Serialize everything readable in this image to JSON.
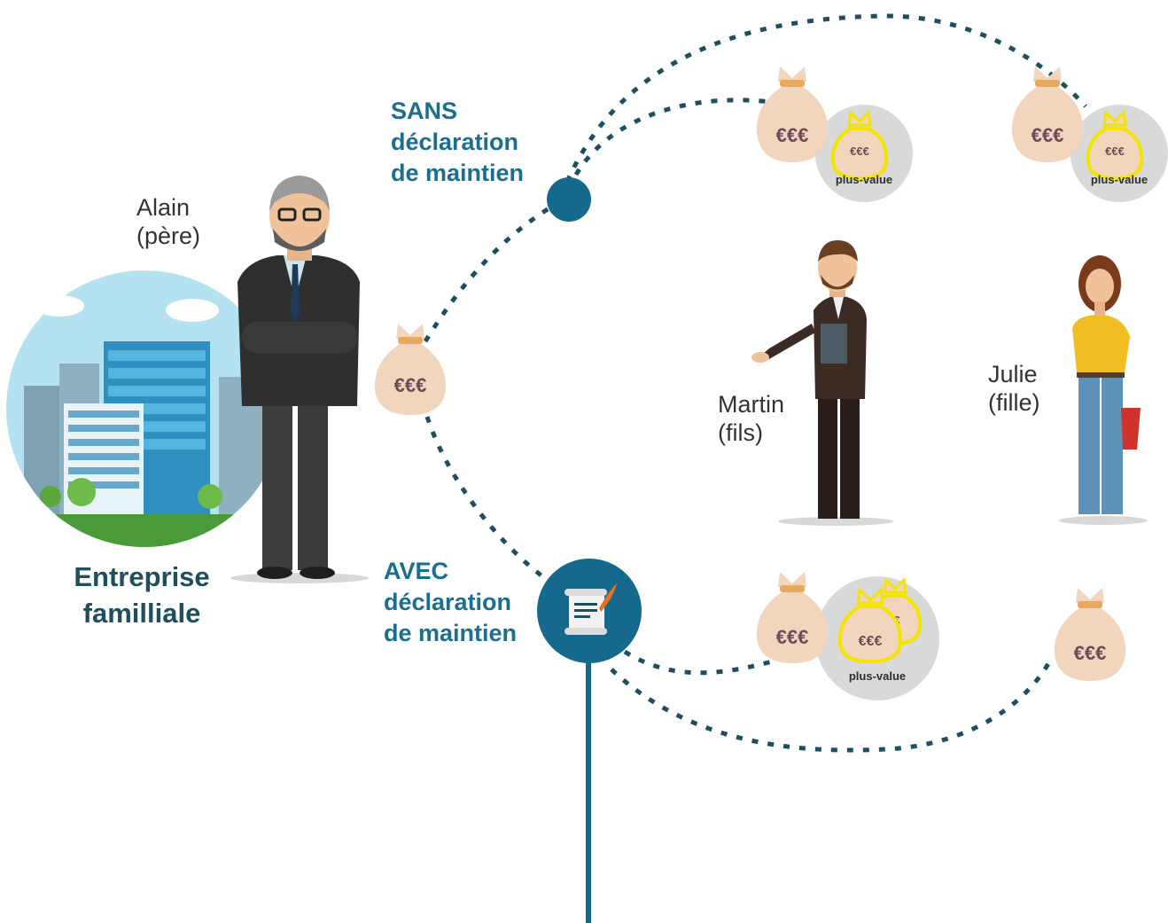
{
  "father": {
    "name": "Alain",
    "relation": "(père)"
  },
  "company": {
    "line1": "Entreprise",
    "line2": "familliale"
  },
  "son": {
    "name": "Martin",
    "relation": "(fils)"
  },
  "daughter": {
    "name": "Julie",
    "relation": "(fille)"
  },
  "branch_without": {
    "line1": "SANS",
    "line2": "déclaration",
    "line3": "de maintien"
  },
  "branch_with": {
    "line1": "AVEC",
    "line2": "déclaration",
    "line3": "de maintien"
  },
  "money_label": "€€€",
  "gain_label": "plus-value",
  "colors": {
    "dots": "#1d4f5e",
    "accent": "#1a6e8e",
    "bag": "#f2d5bd",
    "bag_tie": "#e8a85e",
    "bag_text": "#6e4a5a",
    "gain_circle": "#d9d9d9",
    "gain_outline": "#f3e500"
  }
}
